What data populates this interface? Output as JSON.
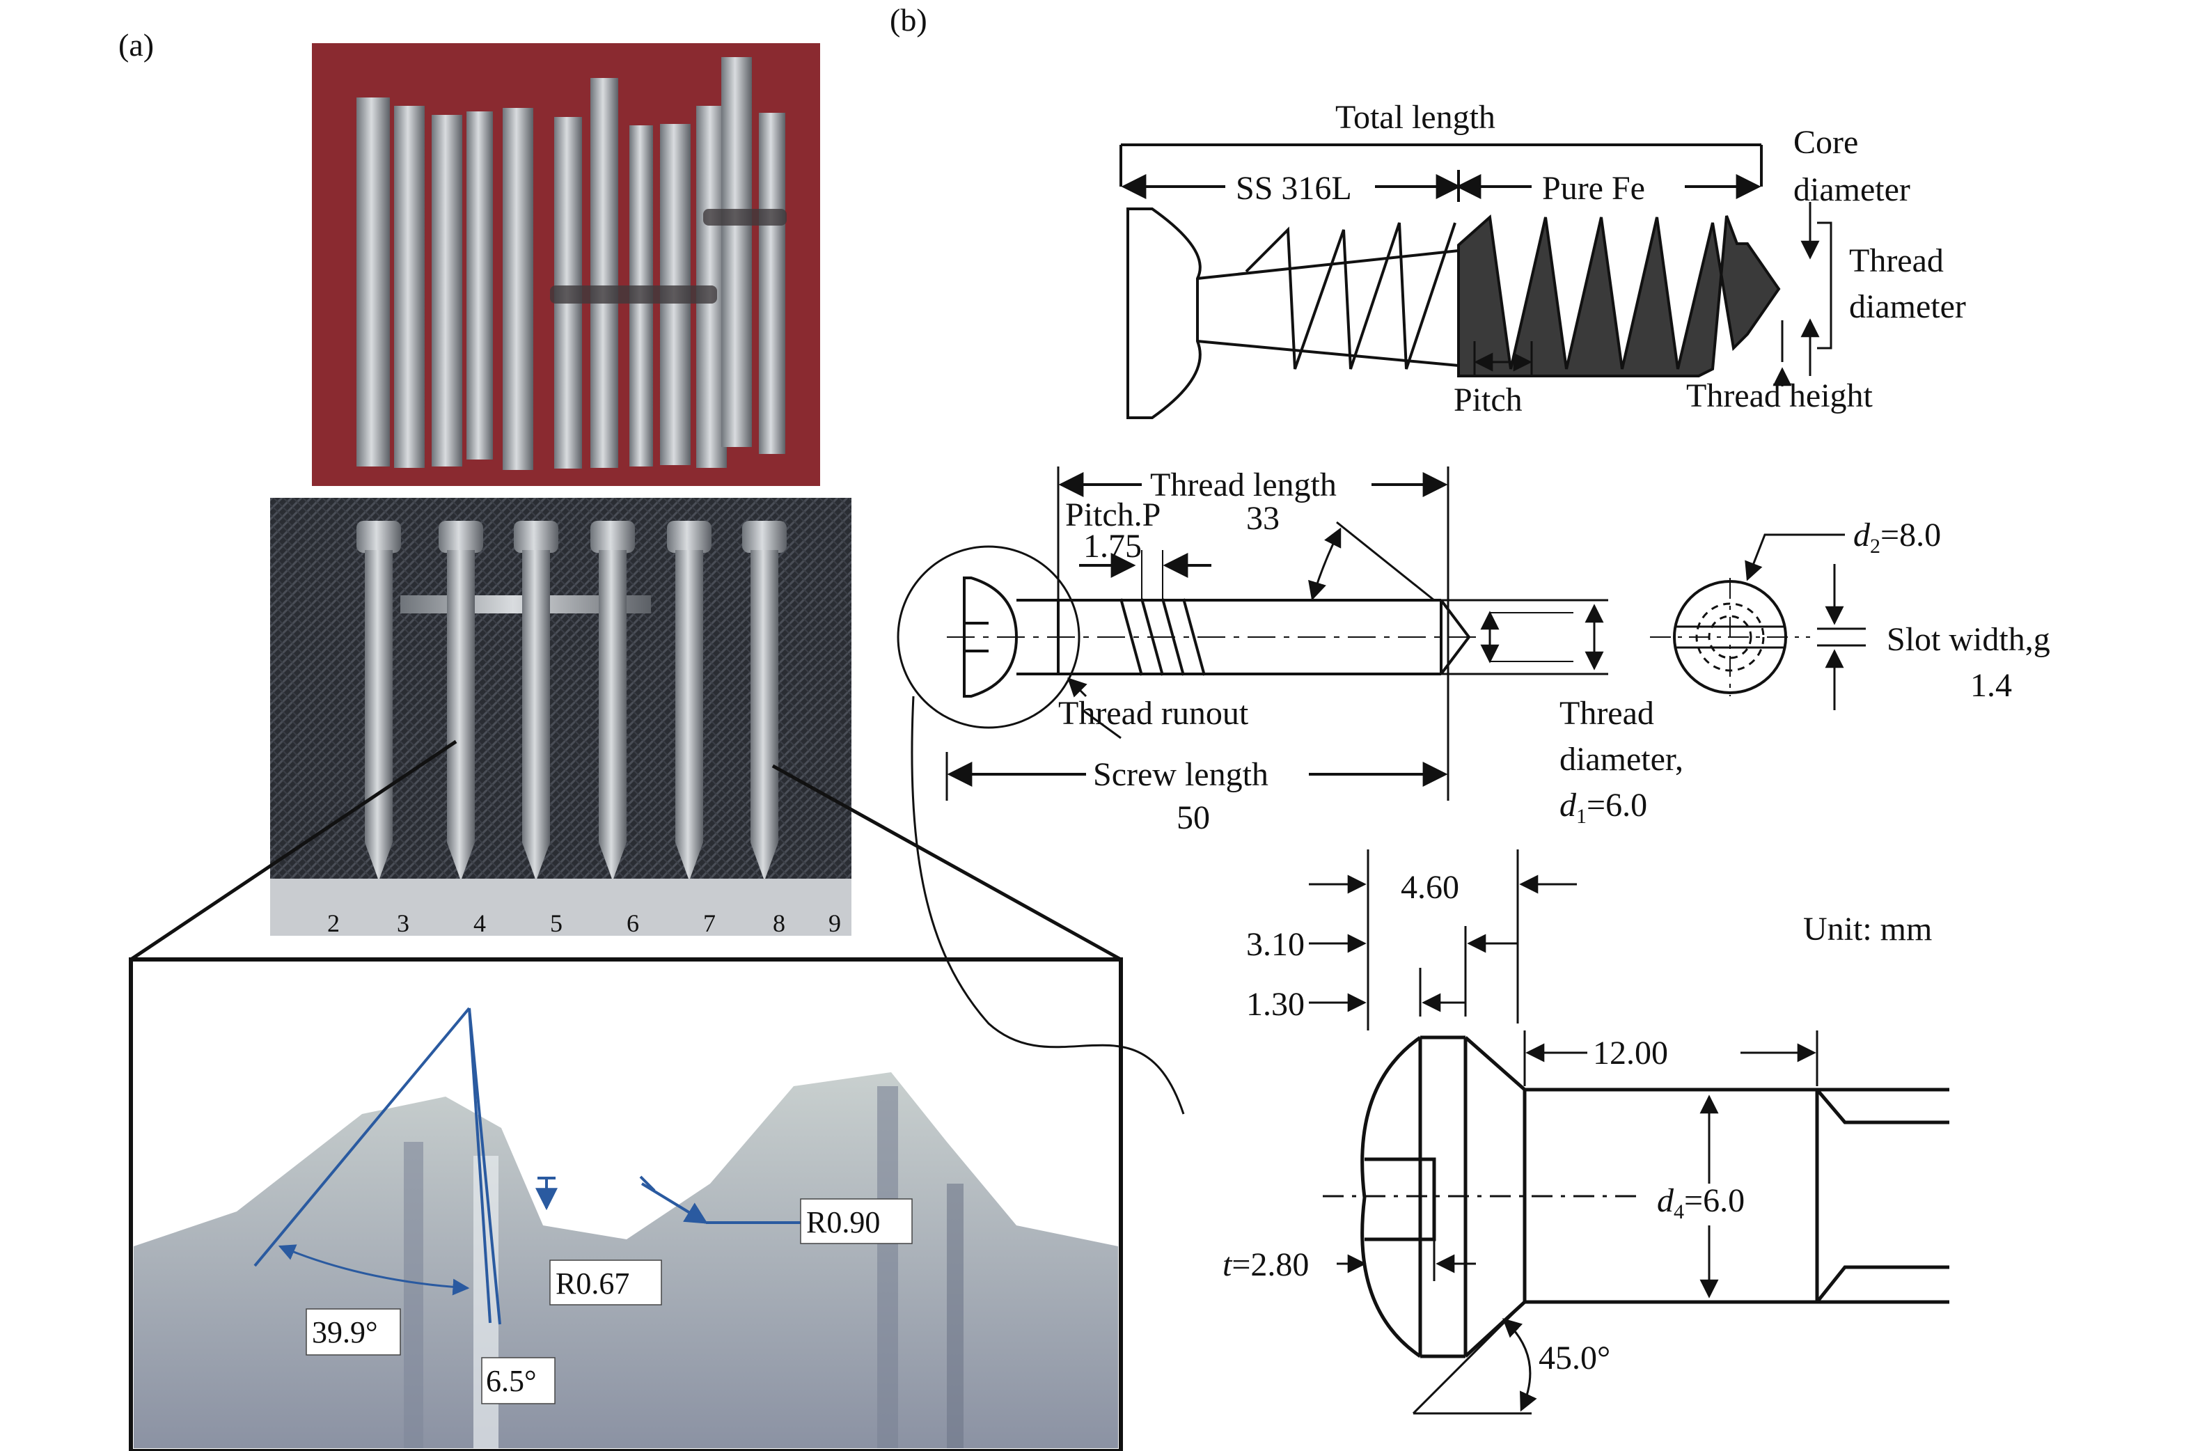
{
  "panel_a": {
    "label": "(a)",
    "callouts": {
      "angle_1": "39.9°",
      "angle_2": "6.5°",
      "radius_1": "R0.67",
      "radius_2": "R0.90"
    },
    "ruler_digits": [
      "2",
      "3",
      "4",
      "5",
      "6",
      "7",
      "8",
      "9"
    ]
  },
  "panel_b": {
    "label": "(b)",
    "top_drawing": {
      "total_length": "Total length",
      "segment_left": "SS 316L",
      "segment_right": "Pure Fe",
      "core_diameter_1": "Core",
      "core_diameter_2": "diameter",
      "thread_diameter_1": "Thread",
      "thread_diameter_2": "diameter",
      "pitch": "Pitch",
      "thread_height": "Thread height"
    },
    "middle_drawing": {
      "thread_length": "Thread length",
      "thread_length_value": "33",
      "pitch_label": "Pitch.P",
      "pitch_value": "1.75",
      "thread_runout": "Thread runout",
      "screw_length": "Screw length",
      "screw_length_value": "50",
      "thread_diameter_1": "Thread",
      "thread_diameter_2": "diameter,",
      "d1_symbol": "d",
      "d1_sub": "1",
      "d1_value": "=6.0",
      "d2_symbol": "d",
      "d2_sub": "2",
      "d2_value": "=8.0",
      "slot_width": "Slot width,g",
      "slot_width_value": "1.4"
    },
    "bottom_drawing": {
      "dim_460": "4.60",
      "dim_310": "3.10",
      "dim_130": "1.30",
      "dim_1200": "12.00",
      "unit": "Unit: mm",
      "d4_symbol": "d",
      "d4_sub": "4",
      "d4_value": "=6.0",
      "t_symbol": "t",
      "t_value": "=2.80",
      "angle": "45.0°"
    }
  },
  "colors": {
    "photo_red_bg": "#8a2a30",
    "mesh_dark": "#2a2d33",
    "annotation_blue": "#2a5aa0",
    "shaded_fe": "#3a3a3a"
  }
}
